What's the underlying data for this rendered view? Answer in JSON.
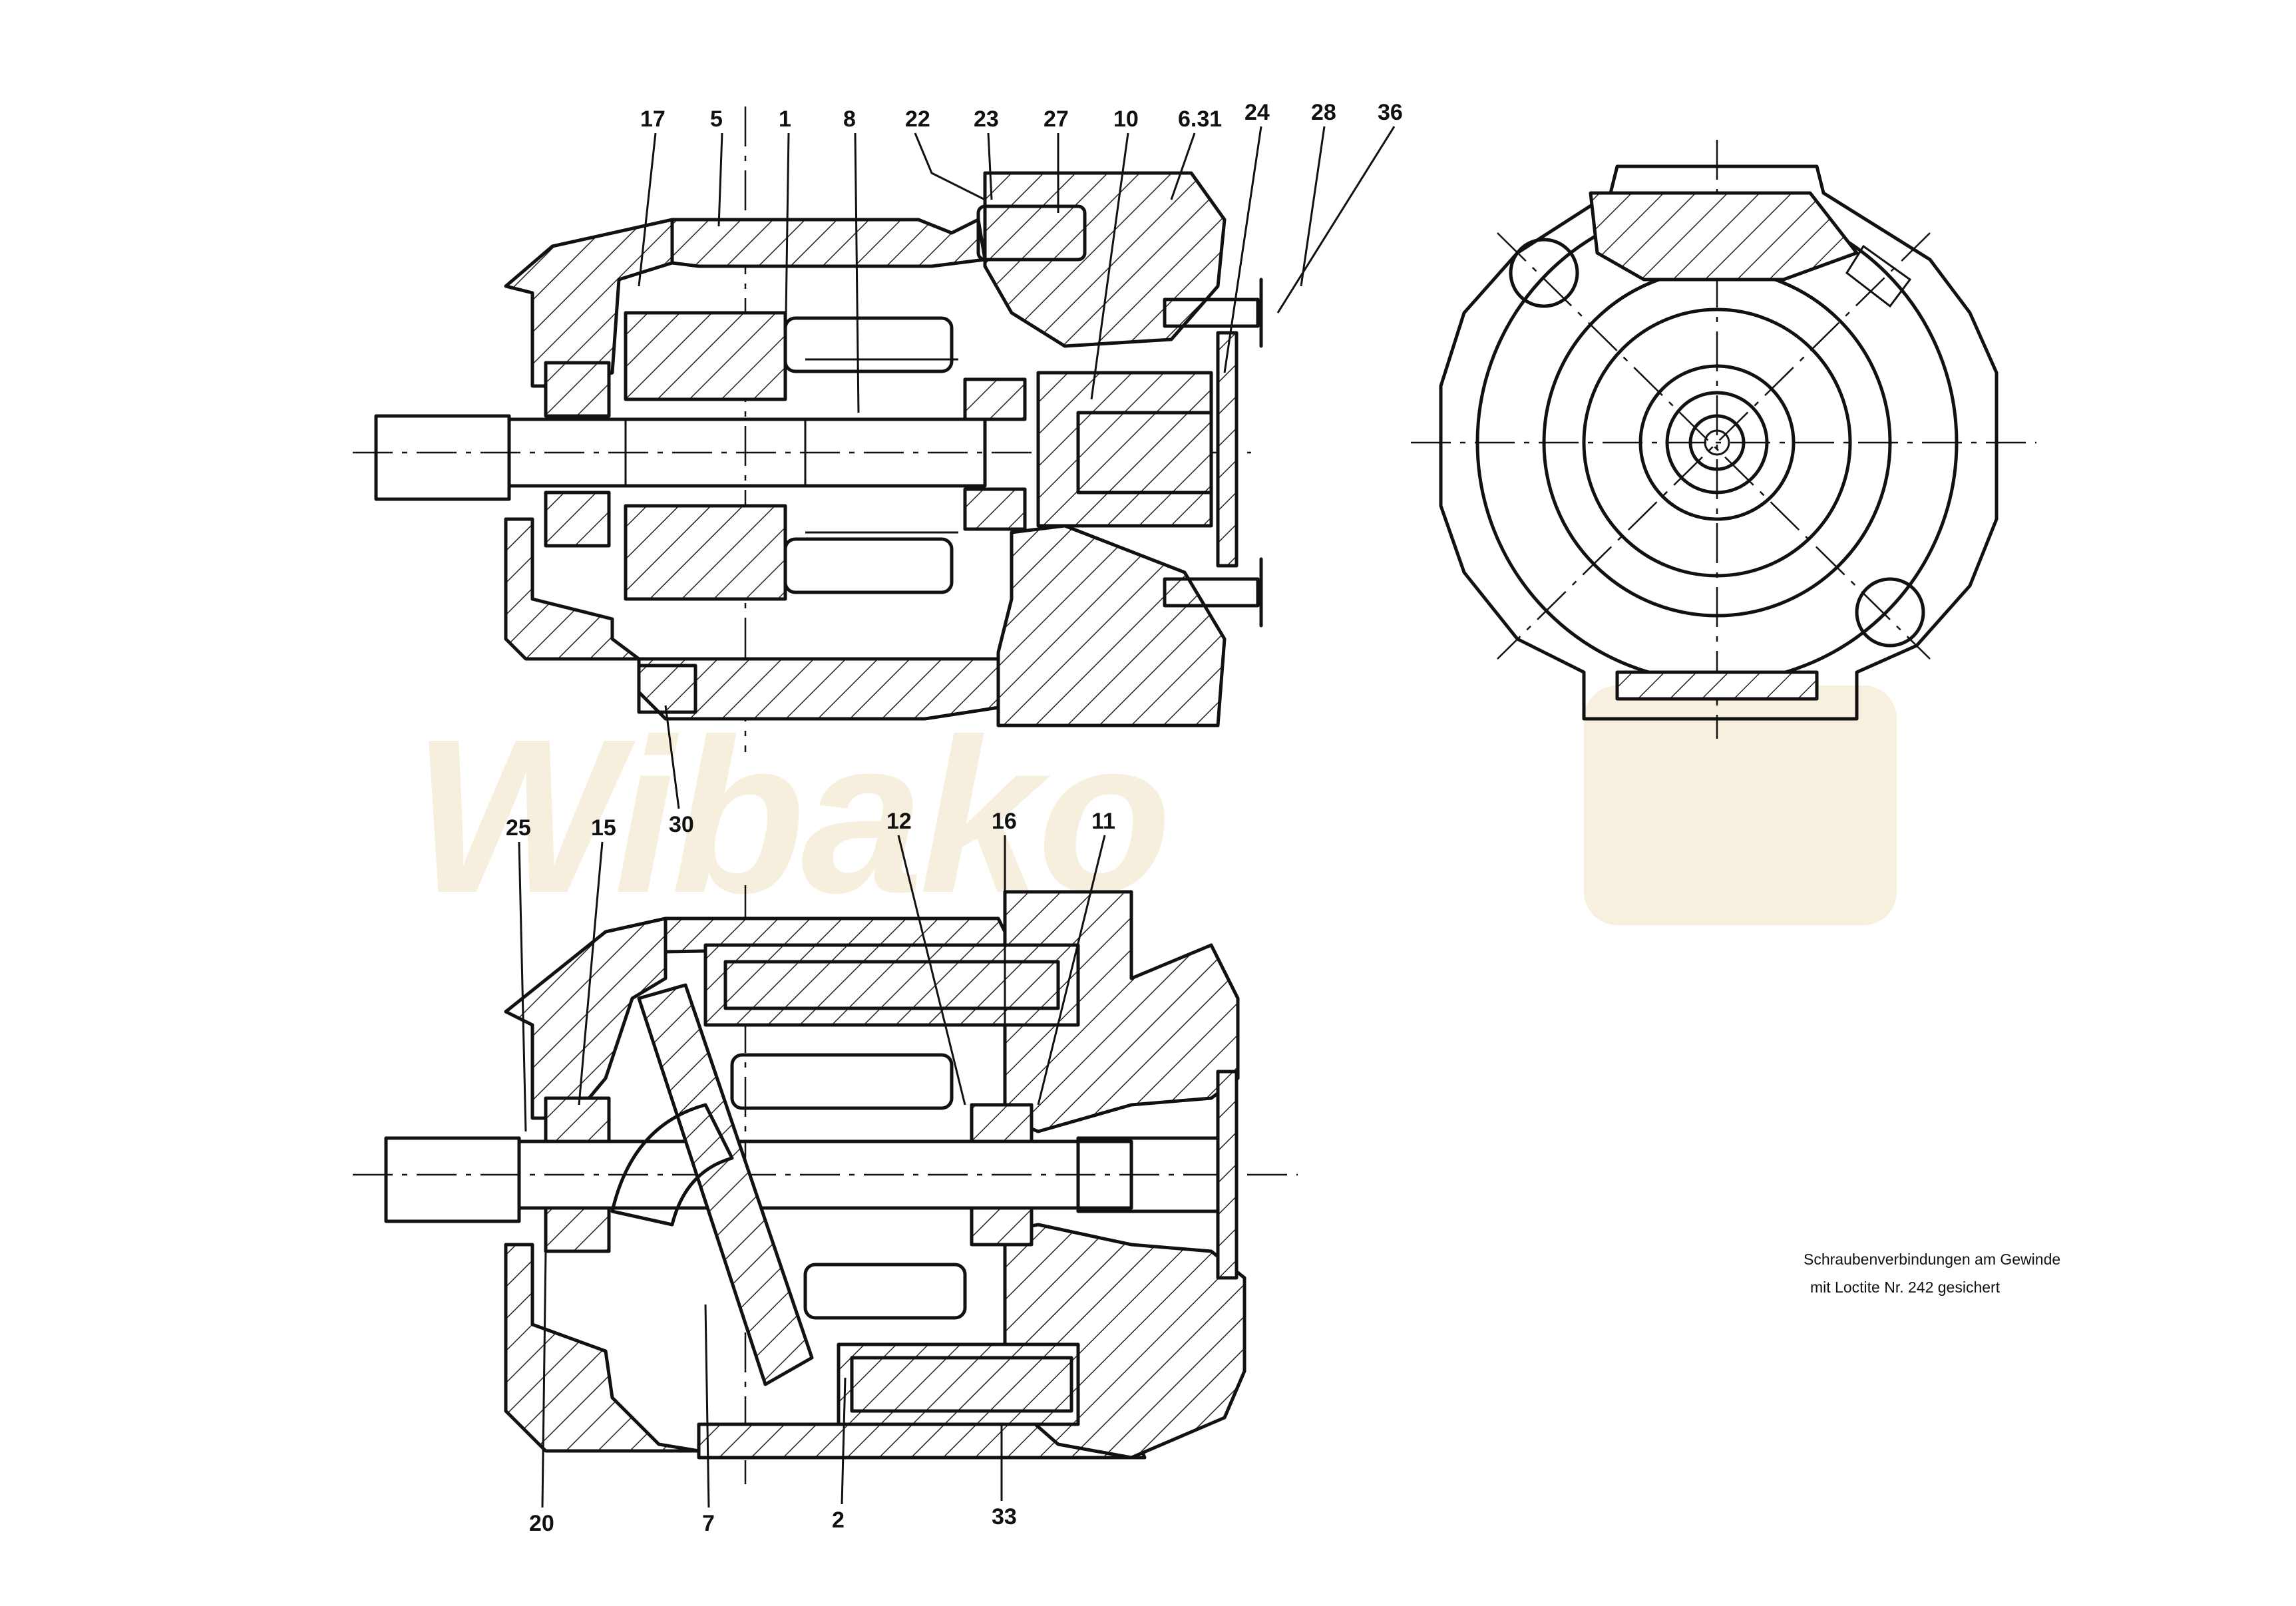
{
  "watermark": "Wibako",
  "note": {
    "line1": "Schraubenverbindungen am Gewinde",
    "line2": "mit Loctite Nr. 242 gesichert"
  },
  "top_view_labels": [
    "17",
    "5",
    "1",
    "8",
    "22",
    "23",
    "27",
    "10",
    "6.31",
    "24",
    "28",
    "36",
    "30"
  ],
  "bottom_view_labels": [
    "25",
    "15",
    "12",
    "16",
    "11",
    "20",
    "7",
    "2",
    "33"
  ]
}
